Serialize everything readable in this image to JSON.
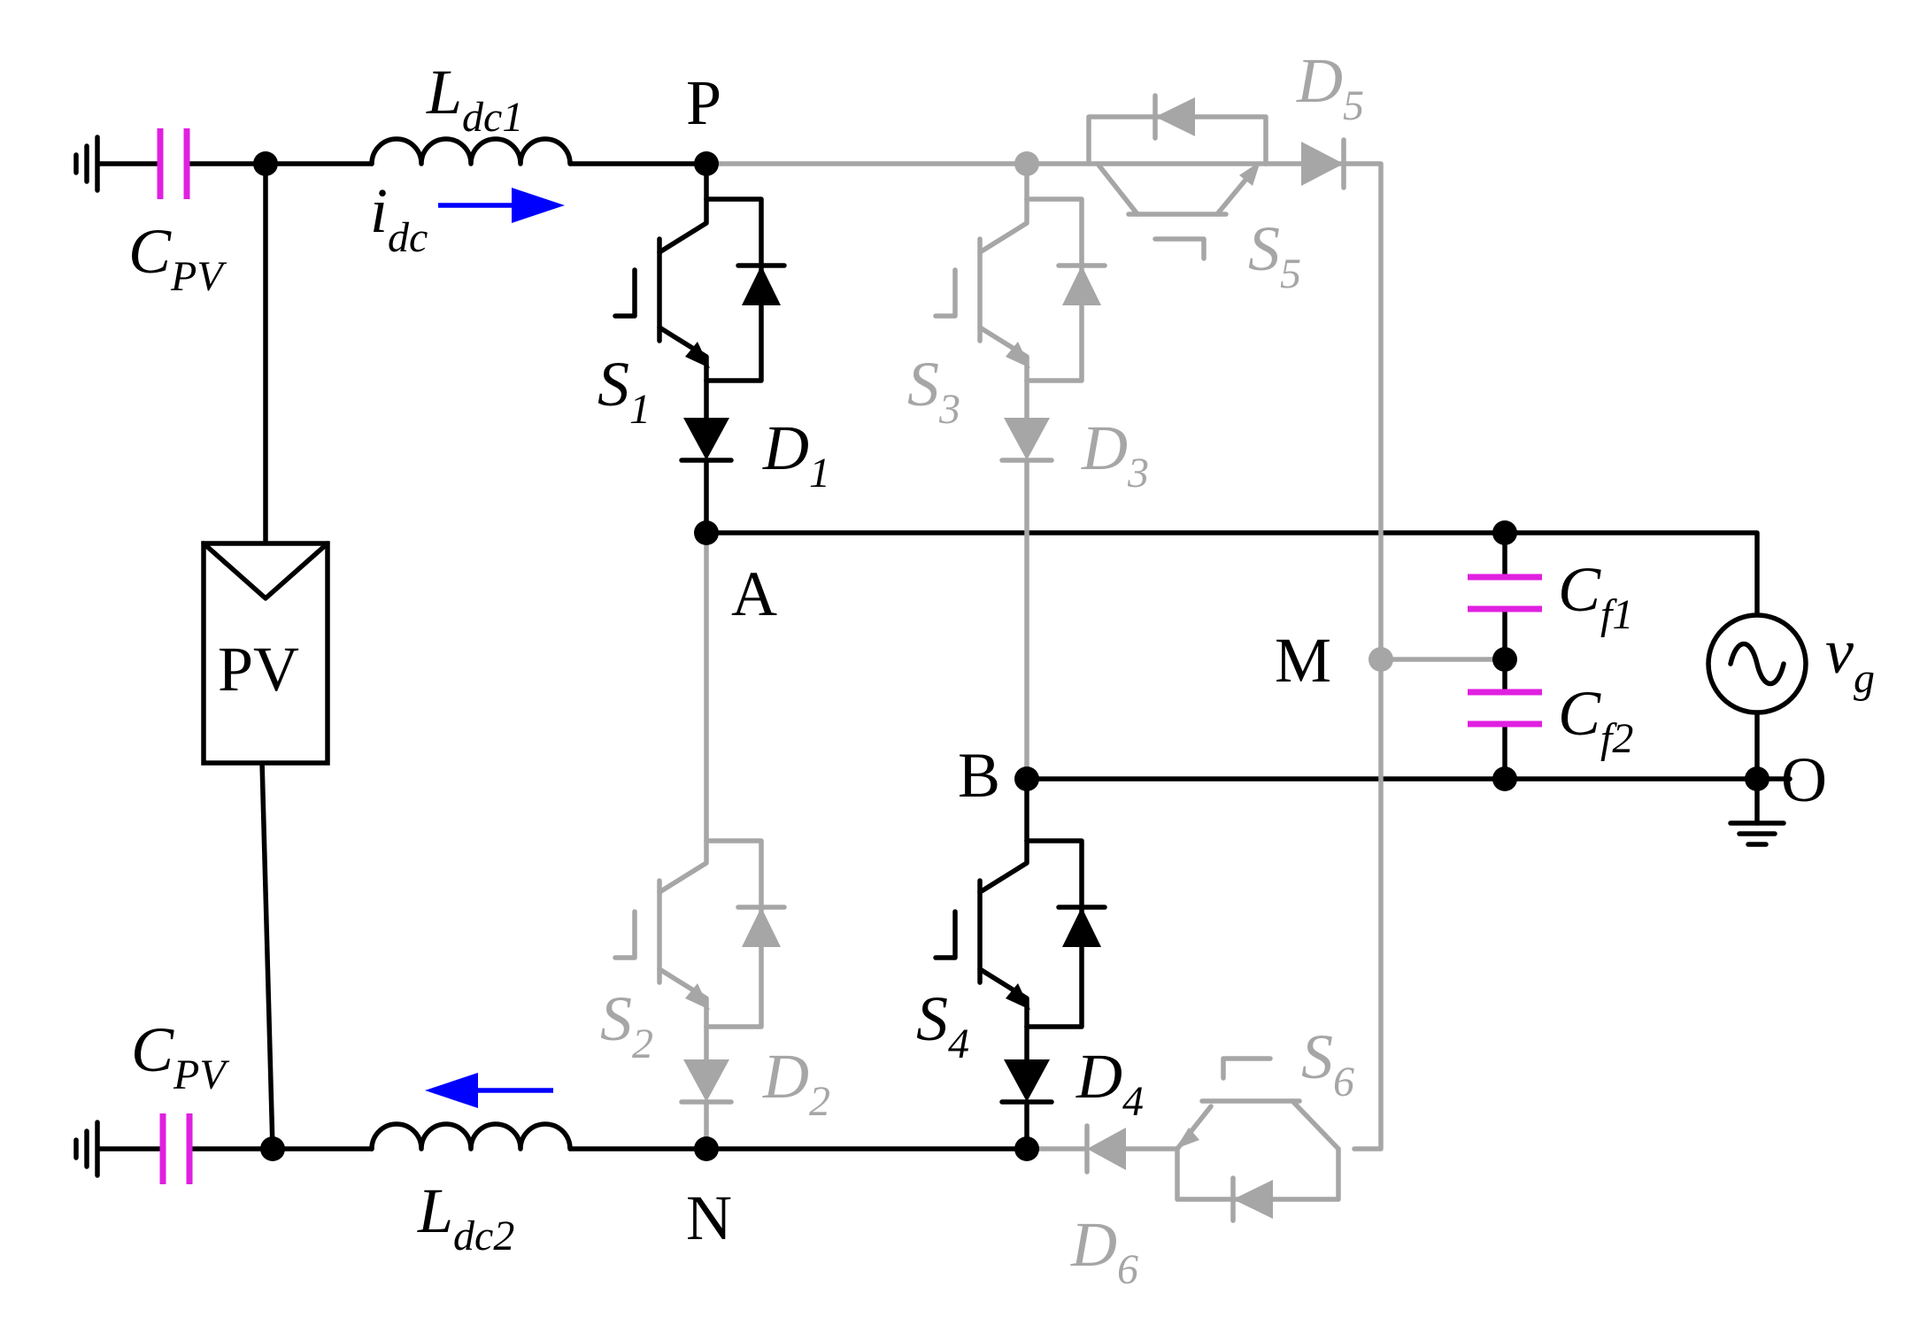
{
  "colors": {
    "active": "#000000",
    "inactive": "#a6a6a6",
    "capacitor": "#e020e0",
    "current_arrow": "#0000ff"
  },
  "labels": {
    "pv_panel": "PV",
    "cpv_top": {
      "main": "C",
      "sub": "PV"
    },
    "cpv_bottom": {
      "main": "C",
      "sub": "PV"
    },
    "ldc1": {
      "main": "L",
      "sub": "dc1"
    },
    "ldc2": {
      "main": "L",
      "sub": "dc2"
    },
    "idc": {
      "main": "i",
      "sub": "dc"
    },
    "node_p": "P",
    "node_n": "N",
    "node_a": "A",
    "node_b": "B",
    "node_m": "M",
    "node_o": "O",
    "s1": {
      "main": "S",
      "sub": "1"
    },
    "s2": {
      "main": "S",
      "sub": "2"
    },
    "s3": {
      "main": "S",
      "sub": "3"
    },
    "s4": {
      "main": "S",
      "sub": "4"
    },
    "s5": {
      "main": "S",
      "sub": "5"
    },
    "s6": {
      "main": "S",
      "sub": "6"
    },
    "d1": {
      "main": "D",
      "sub": "1"
    },
    "d2": {
      "main": "D",
      "sub": "2"
    },
    "d3": {
      "main": "D",
      "sub": "3"
    },
    "d4": {
      "main": "D",
      "sub": "4"
    },
    "d5": {
      "main": "D",
      "sub": "5"
    },
    "d6": {
      "main": "D",
      "sub": "6"
    },
    "cf1": {
      "main": "C",
      "sub": "f1"
    },
    "cf2": {
      "main": "C",
      "sub": "f2"
    },
    "vg": {
      "main": "v",
      "sub": "g"
    }
  }
}
